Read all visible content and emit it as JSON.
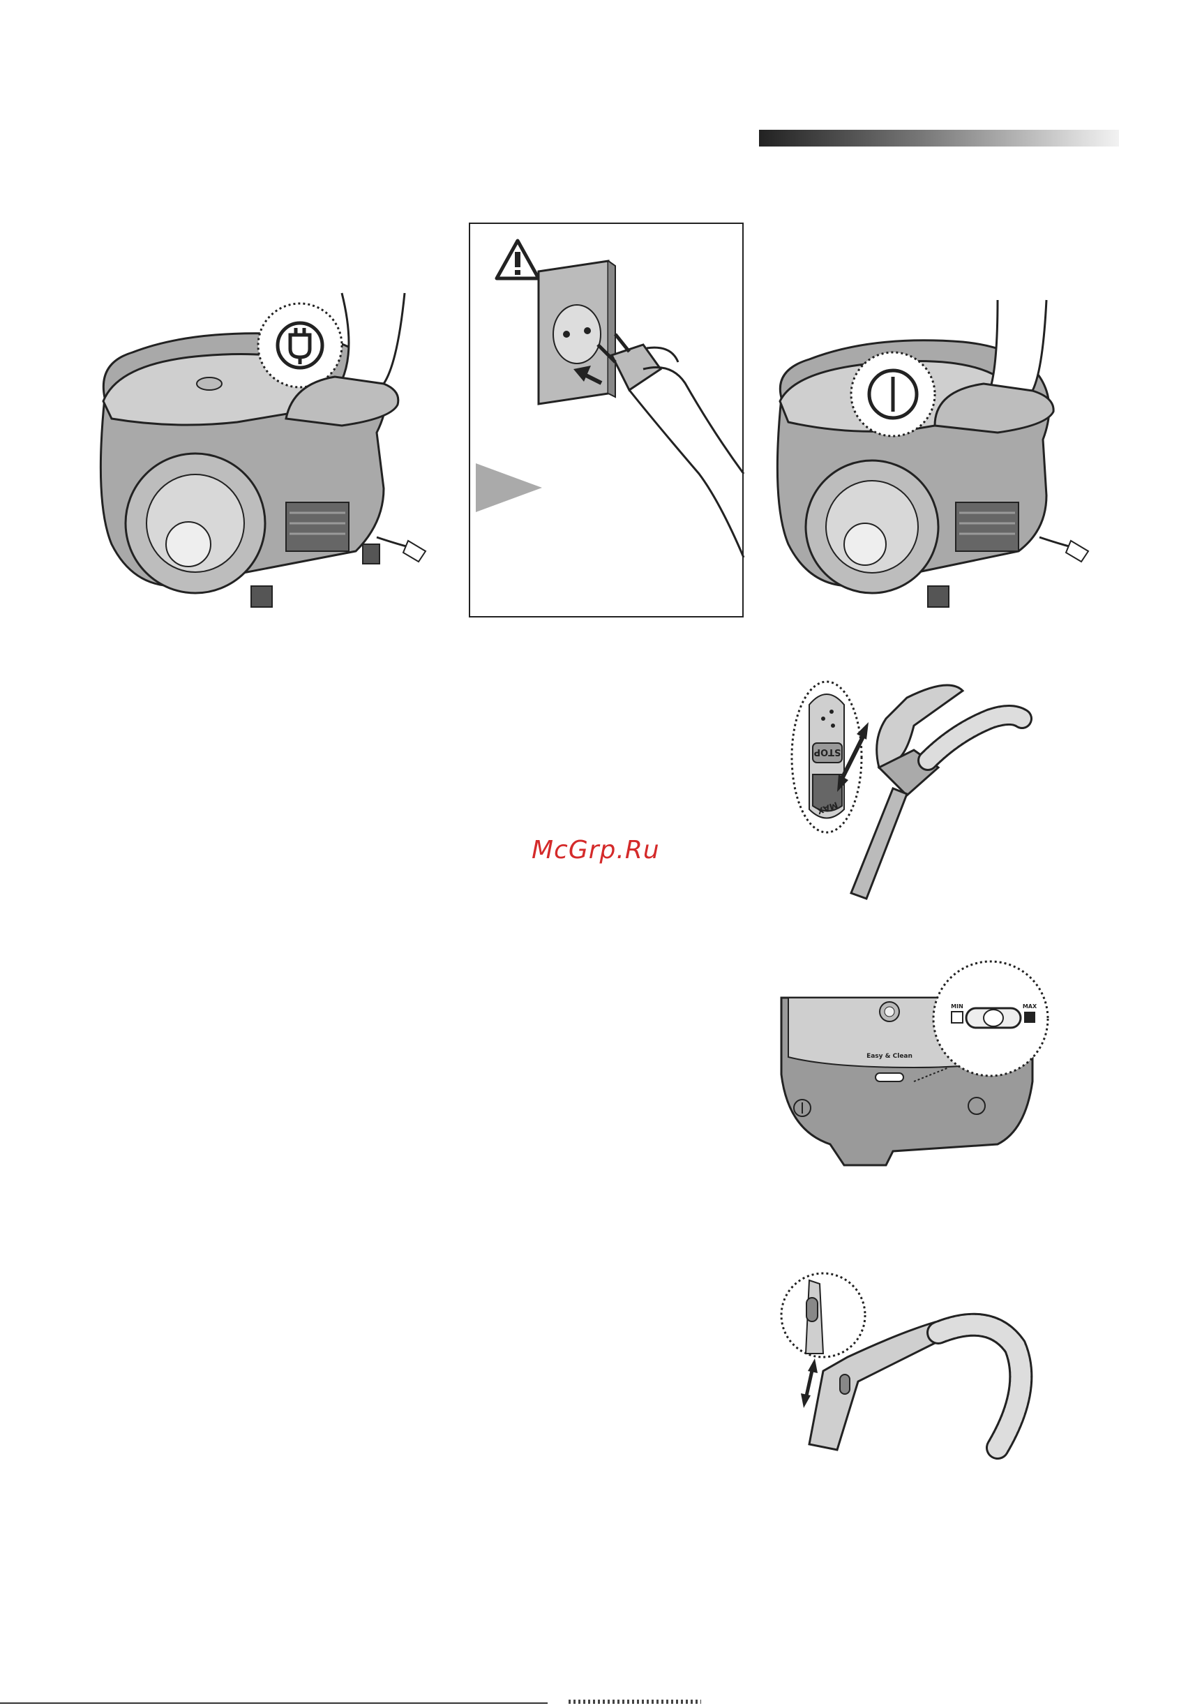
{
  "watermark": "McGrp.Ru",
  "figures": {
    "switch_stop": "STOP",
    "switch_max": "MAX",
    "slider_min": "MIN",
    "slider_max": "MAX",
    "brand_label": "Easy & Clean"
  },
  "icons": [
    "plug-icon",
    "warning-icon",
    "power-icon",
    "play-arrow-icon"
  ],
  "colors": {
    "watermark": "#d42a2a",
    "body_gray": "#8e8e8e",
    "line": "#222222"
  }
}
